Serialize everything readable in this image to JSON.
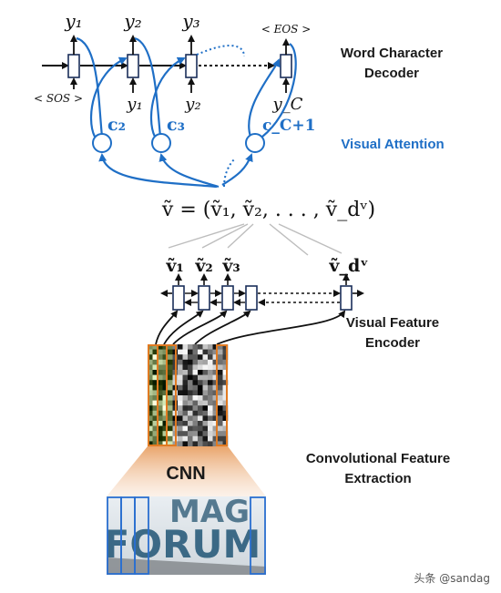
{
  "decoder": {
    "outputs": [
      "y₁",
      "y₂",
      "y₃",
      "< EOS >"
    ],
    "inputs": [
      "< SOS >",
      "y₁",
      "y₂",
      "y_C"
    ],
    "contexts": [
      "c₂",
      "c₃",
      "c_C+1"
    ],
    "colors": {
      "attention": "#1f6fc6",
      "dark": "#1a2e5a"
    }
  },
  "labels": {
    "decoder_line1": "Word Character",
    "decoder_line2": "Decoder",
    "attention": "Visual Attention",
    "encoder_line1": "Visual Feature",
    "encoder_line2": "Encoder",
    "extraction_line1": "Convolutional Feature",
    "extraction_line2": "Extraction",
    "cnn": "CNN"
  },
  "equation": "ṽ = (ṽ₁, ṽ₂, . . . , ṽ_dᵛ)",
  "encoder_vectors": [
    "ṽ₁",
    "ṽ₂",
    "ṽ₃",
    "ṽ_dᵛ"
  ],
  "input_image_text": {
    "top": "MAG",
    "bottom": "FORUM"
  },
  "watermark": "头条 @sandag"
}
